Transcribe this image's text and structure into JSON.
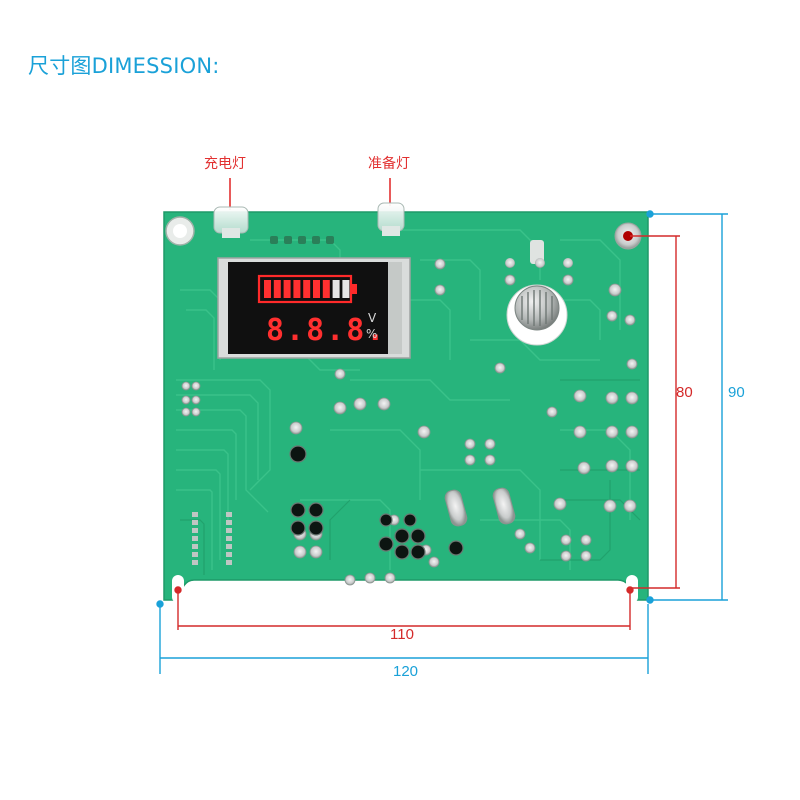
{
  "header": {
    "title": "尺寸图DIMESSION:"
  },
  "callouts": {
    "charge_light": "充电灯",
    "ready_light": "准备灯"
  },
  "display": {
    "digits": "8.8.8.",
    "unit_v": "V",
    "unit_percent": "%",
    "battery_segments_lit": 7,
    "battery_segments_total": 9
  },
  "dimensions": {
    "inner_width": "110",
    "outer_width": "120",
    "inner_height": "80",
    "outer_height": "90"
  },
  "colors": {
    "title": "#1aa1d8",
    "inner_dim": "#d42a2a",
    "outer_dim": "#1aa1d8",
    "board": "#27b47c"
  }
}
